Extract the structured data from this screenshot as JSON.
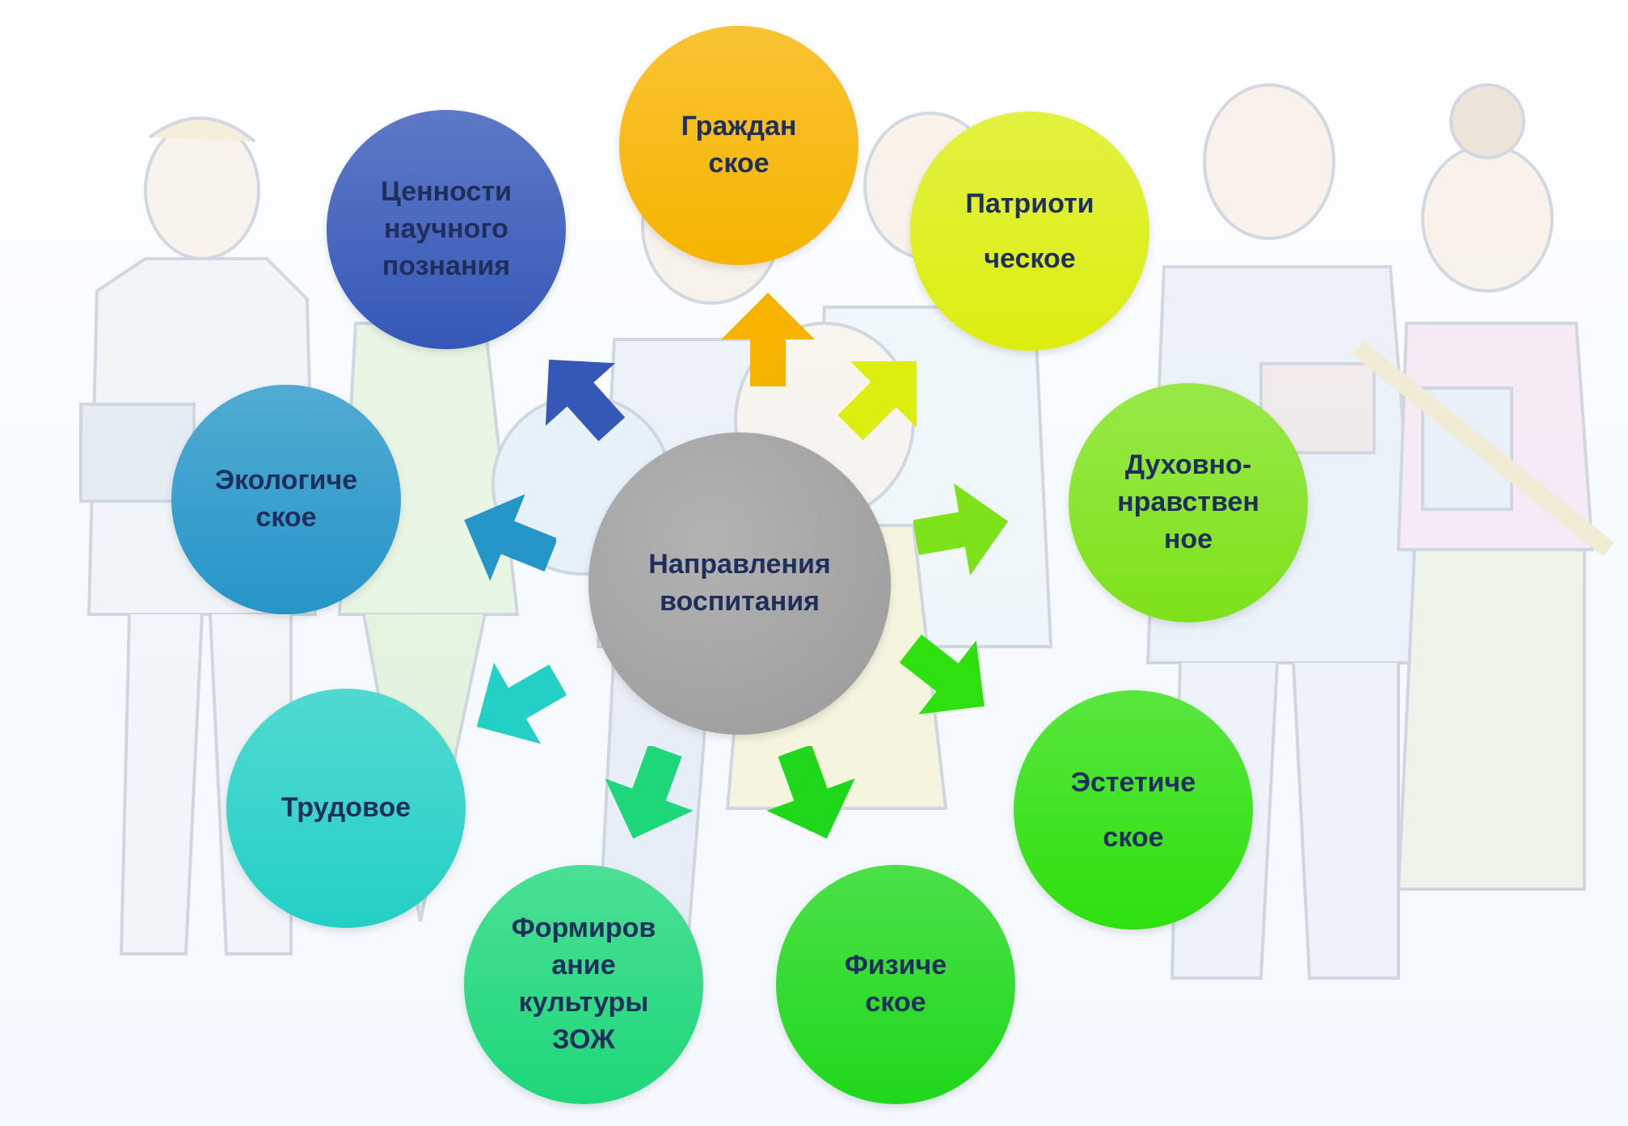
{
  "center": {
    "label": "Направления\nвоспитания",
    "color": "#9a9a9a"
  },
  "directions": [
    {
      "id": "civic",
      "label": "Граждан\nское",
      "color": "#f6b400"
    },
    {
      "id": "patriotic",
      "label": "Патриоти\nческое",
      "color": "#dcee10"
    },
    {
      "id": "spiritual",
      "label": "Духовно-\nнравствен\nное",
      "color": "#7ee21a"
    },
    {
      "id": "aesthetic",
      "label": "Эстетиче\nское",
      "color": "#2ee00e"
    },
    {
      "id": "physical",
      "label": "Физиче\nское",
      "color": "#1fd81c"
    },
    {
      "id": "healthy",
      "label": "Формиров\nание\nкультуры\nЗОЖ",
      "color": "#1ed77a"
    },
    {
      "id": "labour",
      "label": "Трудовое",
      "color": "#24cfc6"
    },
    {
      "id": "ecological",
      "label": "Экологиче\nское",
      "color": "#2596c8"
    },
    {
      "id": "scientific",
      "label": "Ценности\nнаучного\nпознания",
      "color": "#3558b8"
    }
  ]
}
